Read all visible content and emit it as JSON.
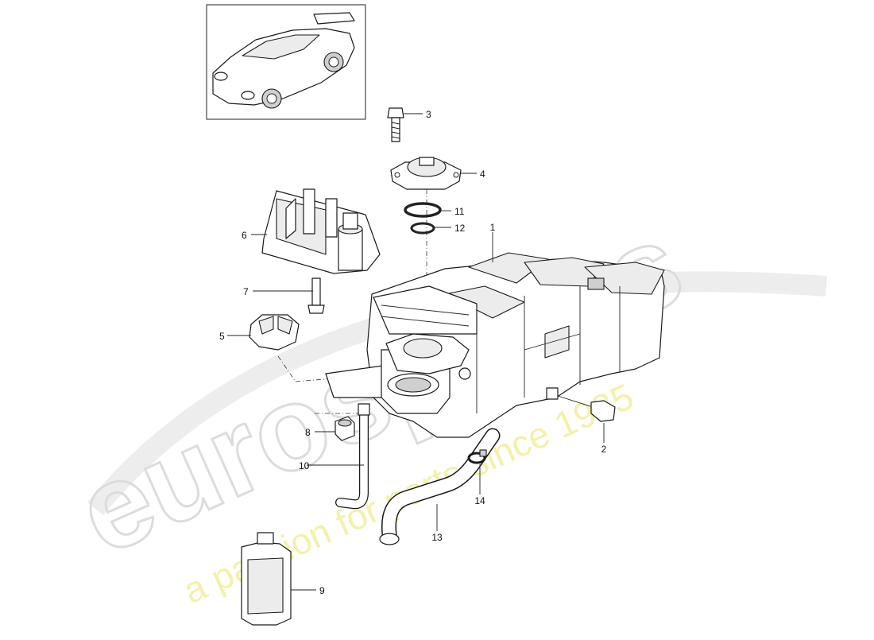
{
  "watermark": {
    "brand": "eurospares",
    "tagline": "a passion for parts since 1985"
  },
  "callouts": [
    {
      "id": "1",
      "text": "1"
    },
    {
      "id": "2",
      "text": "2"
    },
    {
      "id": "3",
      "text": "3"
    },
    {
      "id": "4",
      "text": "4"
    },
    {
      "id": "5",
      "text": "5"
    },
    {
      "id": "6",
      "text": "6"
    },
    {
      "id": "7",
      "text": "7"
    },
    {
      "id": "8",
      "text": "8"
    },
    {
      "id": "9",
      "text": "9"
    },
    {
      "id": "10",
      "text": "10"
    },
    {
      "id": "11",
      "text": "11"
    },
    {
      "id": "12",
      "text": "12"
    },
    {
      "id": "13",
      "text": "13"
    },
    {
      "id": "14",
      "text": "14"
    }
  ]
}
